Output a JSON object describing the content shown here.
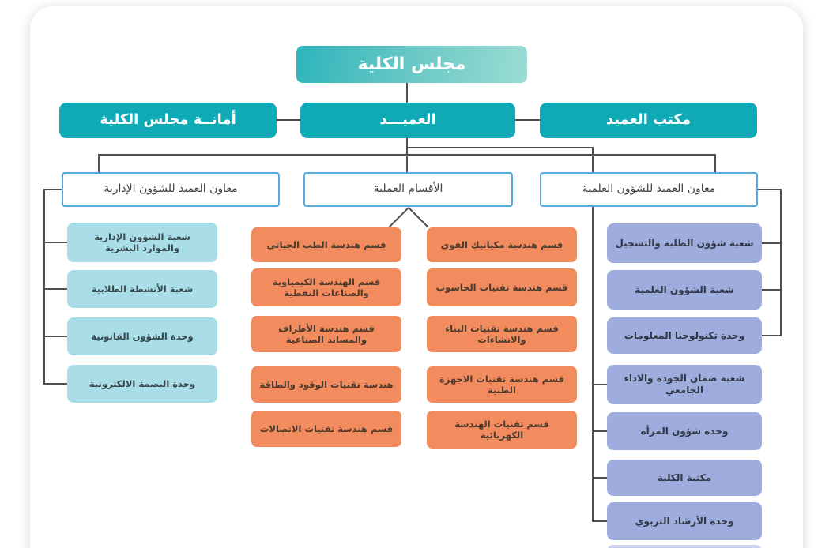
{
  "org": {
    "root": "مجلس الكلية",
    "level2": [
      "أمانــة مجلس الكلية",
      "العميـــد",
      "مكتب العميد"
    ],
    "level3": [
      "معاون العميد للشؤون الإدارية",
      "الأقسام العملية",
      "معاون العميد للشؤون العلمية"
    ],
    "admin_units": [
      "شعبة الشؤون الإدارية والموارد البشرية",
      "شعبة الأنشطة الطلابية",
      "وحدة الشؤون القانونية",
      "وحدة البصمة الالكترونية"
    ],
    "departments_col1": [
      "قسم هندسة الطب الحياتي",
      "قسم الهندسة الكيمياوية والصناعات النفطية",
      "قسم هندسة الأطراف والمساند الصناعية",
      "هندسة تقنيات الوقود والطاقة",
      "قسم هندسة تقنيات الاتصالات"
    ],
    "departments_col2": [
      "قسم هندسة مكيانيك القوى",
      "قسم هندسة تقنيات الحاسوب",
      "قسم هندسة تقنيات البناء والانشاءات",
      "قسم هندسة تقنيات الاجهزة الطبية",
      "قسم تقنيات الهندسة الكهربائية"
    ],
    "scientific_units": [
      "شعبة شؤون الطلبة والتسجيل",
      "شعبة الشؤون العلمية",
      "وحدة تكنولوجيا المعلومات",
      "شعبة ضمان الجودة والاداء الجامعي",
      "وحدة شؤون المرأة",
      "مكتبة الكلية",
      "وحدة الأرشاد التربوي"
    ]
  },
  "colors": {
    "teal": "#10a9b6",
    "teal_gradient_start": "#2eb4bc",
    "teal_gradient_end": "#9bdcd5",
    "white_box_border": "#56a9dd",
    "cyan": "#a9dee8",
    "orange": "#f28b5d",
    "purple": "#9fadde",
    "line": "#4e4e4e"
  }
}
